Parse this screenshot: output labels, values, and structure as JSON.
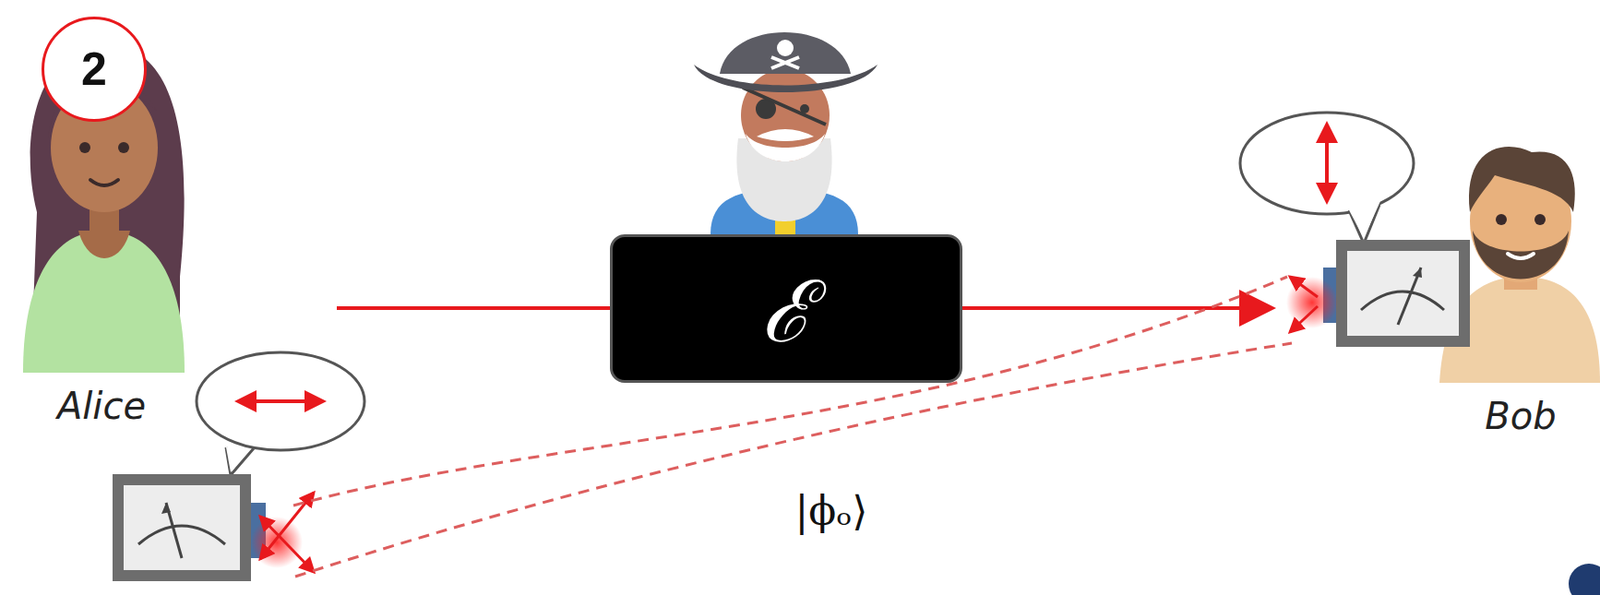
{
  "diagram": {
    "nodes": [
      {
        "text": [
          "2"
        ]
      },
      {
        "text": [
          "ℰ"
        ]
      }
    ],
    "labels": [
      "Alice",
      "Bob",
      "|ϕₒ⟩"
    ]
  }
}
